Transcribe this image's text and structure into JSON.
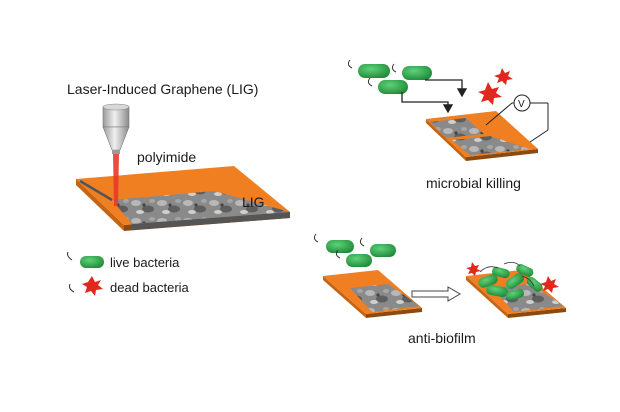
{
  "labels": {
    "title": "Laser-Induced Graphene (LIG)",
    "polyimide": "polyimide",
    "lig": "LIG",
    "microbial_killing": "microbial killing",
    "anti_biofilm": "anti-biofilm",
    "voltmeter": "V"
  },
  "legend": {
    "live": "live bacteria",
    "dead": "dead bacteria"
  },
  "colors": {
    "polyimide": "#f07f22",
    "polyimide_edge": "#b85a10",
    "lig": "#8c8c8c",
    "bacteria_live": "#2fa84a",
    "bacteria_dead": "#e0281e",
    "laser_beam": "#e83a2a"
  },
  "icons": {
    "laser": "laser-nozzle-icon",
    "live": "live-bacterium-icon",
    "dead": "dead-bacterium-icon",
    "voltmeter": "voltmeter-icon",
    "arrow": "process-arrow-icon"
  }
}
